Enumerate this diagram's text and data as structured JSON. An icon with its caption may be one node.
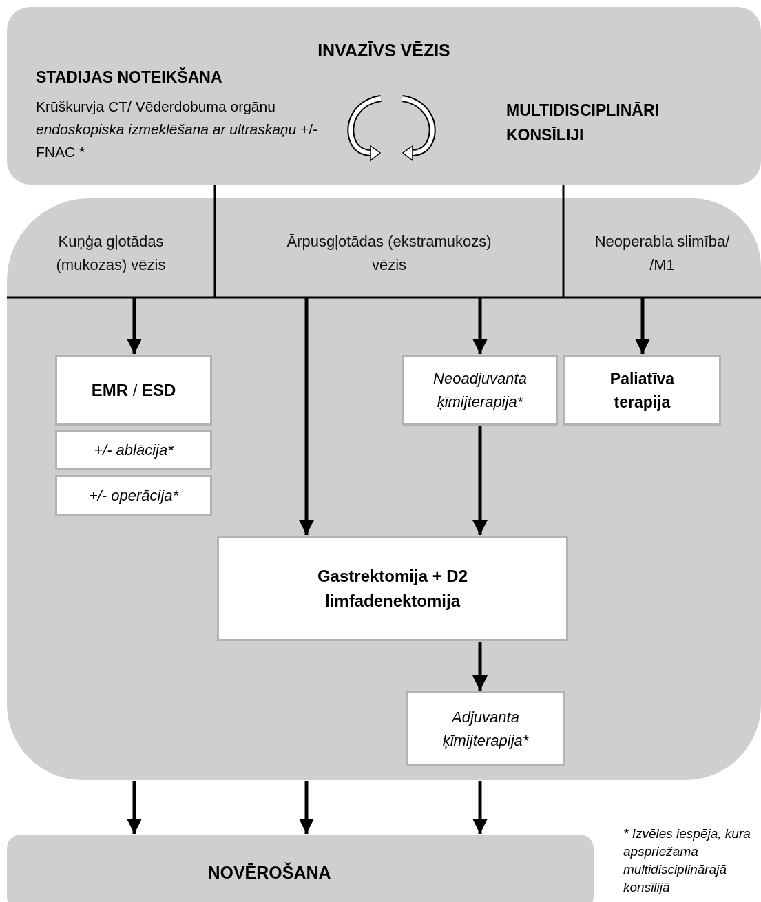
{
  "diagram": {
    "nodes": [
      {
        "text": [
          "INVAZĪVS VĒZIS",
          "STADIJAS NOTEIKŠANA",
          "Krūškurvja CT/ Vēderdobuma orgānu *endoskopiska izmeklēšana ar ultraskaņu* +/- FNAC *",
          "MULTIDISCIPLINĀRI KONSĪLIJI"
        ]
      },
      {
        "text": [],
        "shape": "box"
      },
      {
        "text": [
          "Kuņģa gļotādas (mukozas) vēzis"
        ],
        "in": 1
      },
      {
        "text": [
          "Ārpusgļotādas (ekstramukozs) vēzis"
        ],
        "in": 1
      },
      {
        "text": [
          "Neoperabla slimība/ /M1"
        ],
        "in": 1
      },
      {
        "text": [
          "**EMR** / **ESD**"
        ],
        "in": 1
      },
      {
        "text": [
          "+/- ablācija*"
        ],
        "in": 1
      },
      {
        "text": [
          "+/- operācija*"
        ],
        "in": 1
      },
      {
        "text": [
          "Neoadjuvanta ķīmijterapija*"
        ],
        "in": 1
      },
      {
        "text": [
          "Paliatīva terapija"
        ],
        "in": 1
      },
      {
        "text": [
          "Gastrektomija + D2 limfadenektomija"
        ],
        "in": 1
      },
      {
        "text": [
          "Adjuvanta ķīmijterapija*"
        ],
        "in": 1
      },
      {
        "text": [
          "NOVĒROŠANA"
        ]
      }
    ],
    "edges": [
      {
        "from": 2,
        "to": 5,
        "arrow": "to"
      },
      {
        "from": 3,
        "to": 10,
        "arrow": "to"
      },
      {
        "from": 3,
        "to": 8,
        "arrow": "to"
      },
      {
        "from": 4,
        "to": 9,
        "arrow": "to"
      },
      {
        "from": 8,
        "to": 10,
        "arrow": "to"
      },
      {
        "from": 10,
        "to": 11,
        "arrow": "to"
      },
      {
        "from": 1,
        "to": 12,
        "arrow": "to"
      },
      {
        "from": 1,
        "to": 12,
        "arrow": "to"
      },
      {
        "from": 1,
        "to": 12,
        "arrow": "to"
      }
    ],
    "labels": [
      "* Izvēles iespēja, kura apspriežama multidisciplinārajā konsīlijā"
    ]
  }
}
